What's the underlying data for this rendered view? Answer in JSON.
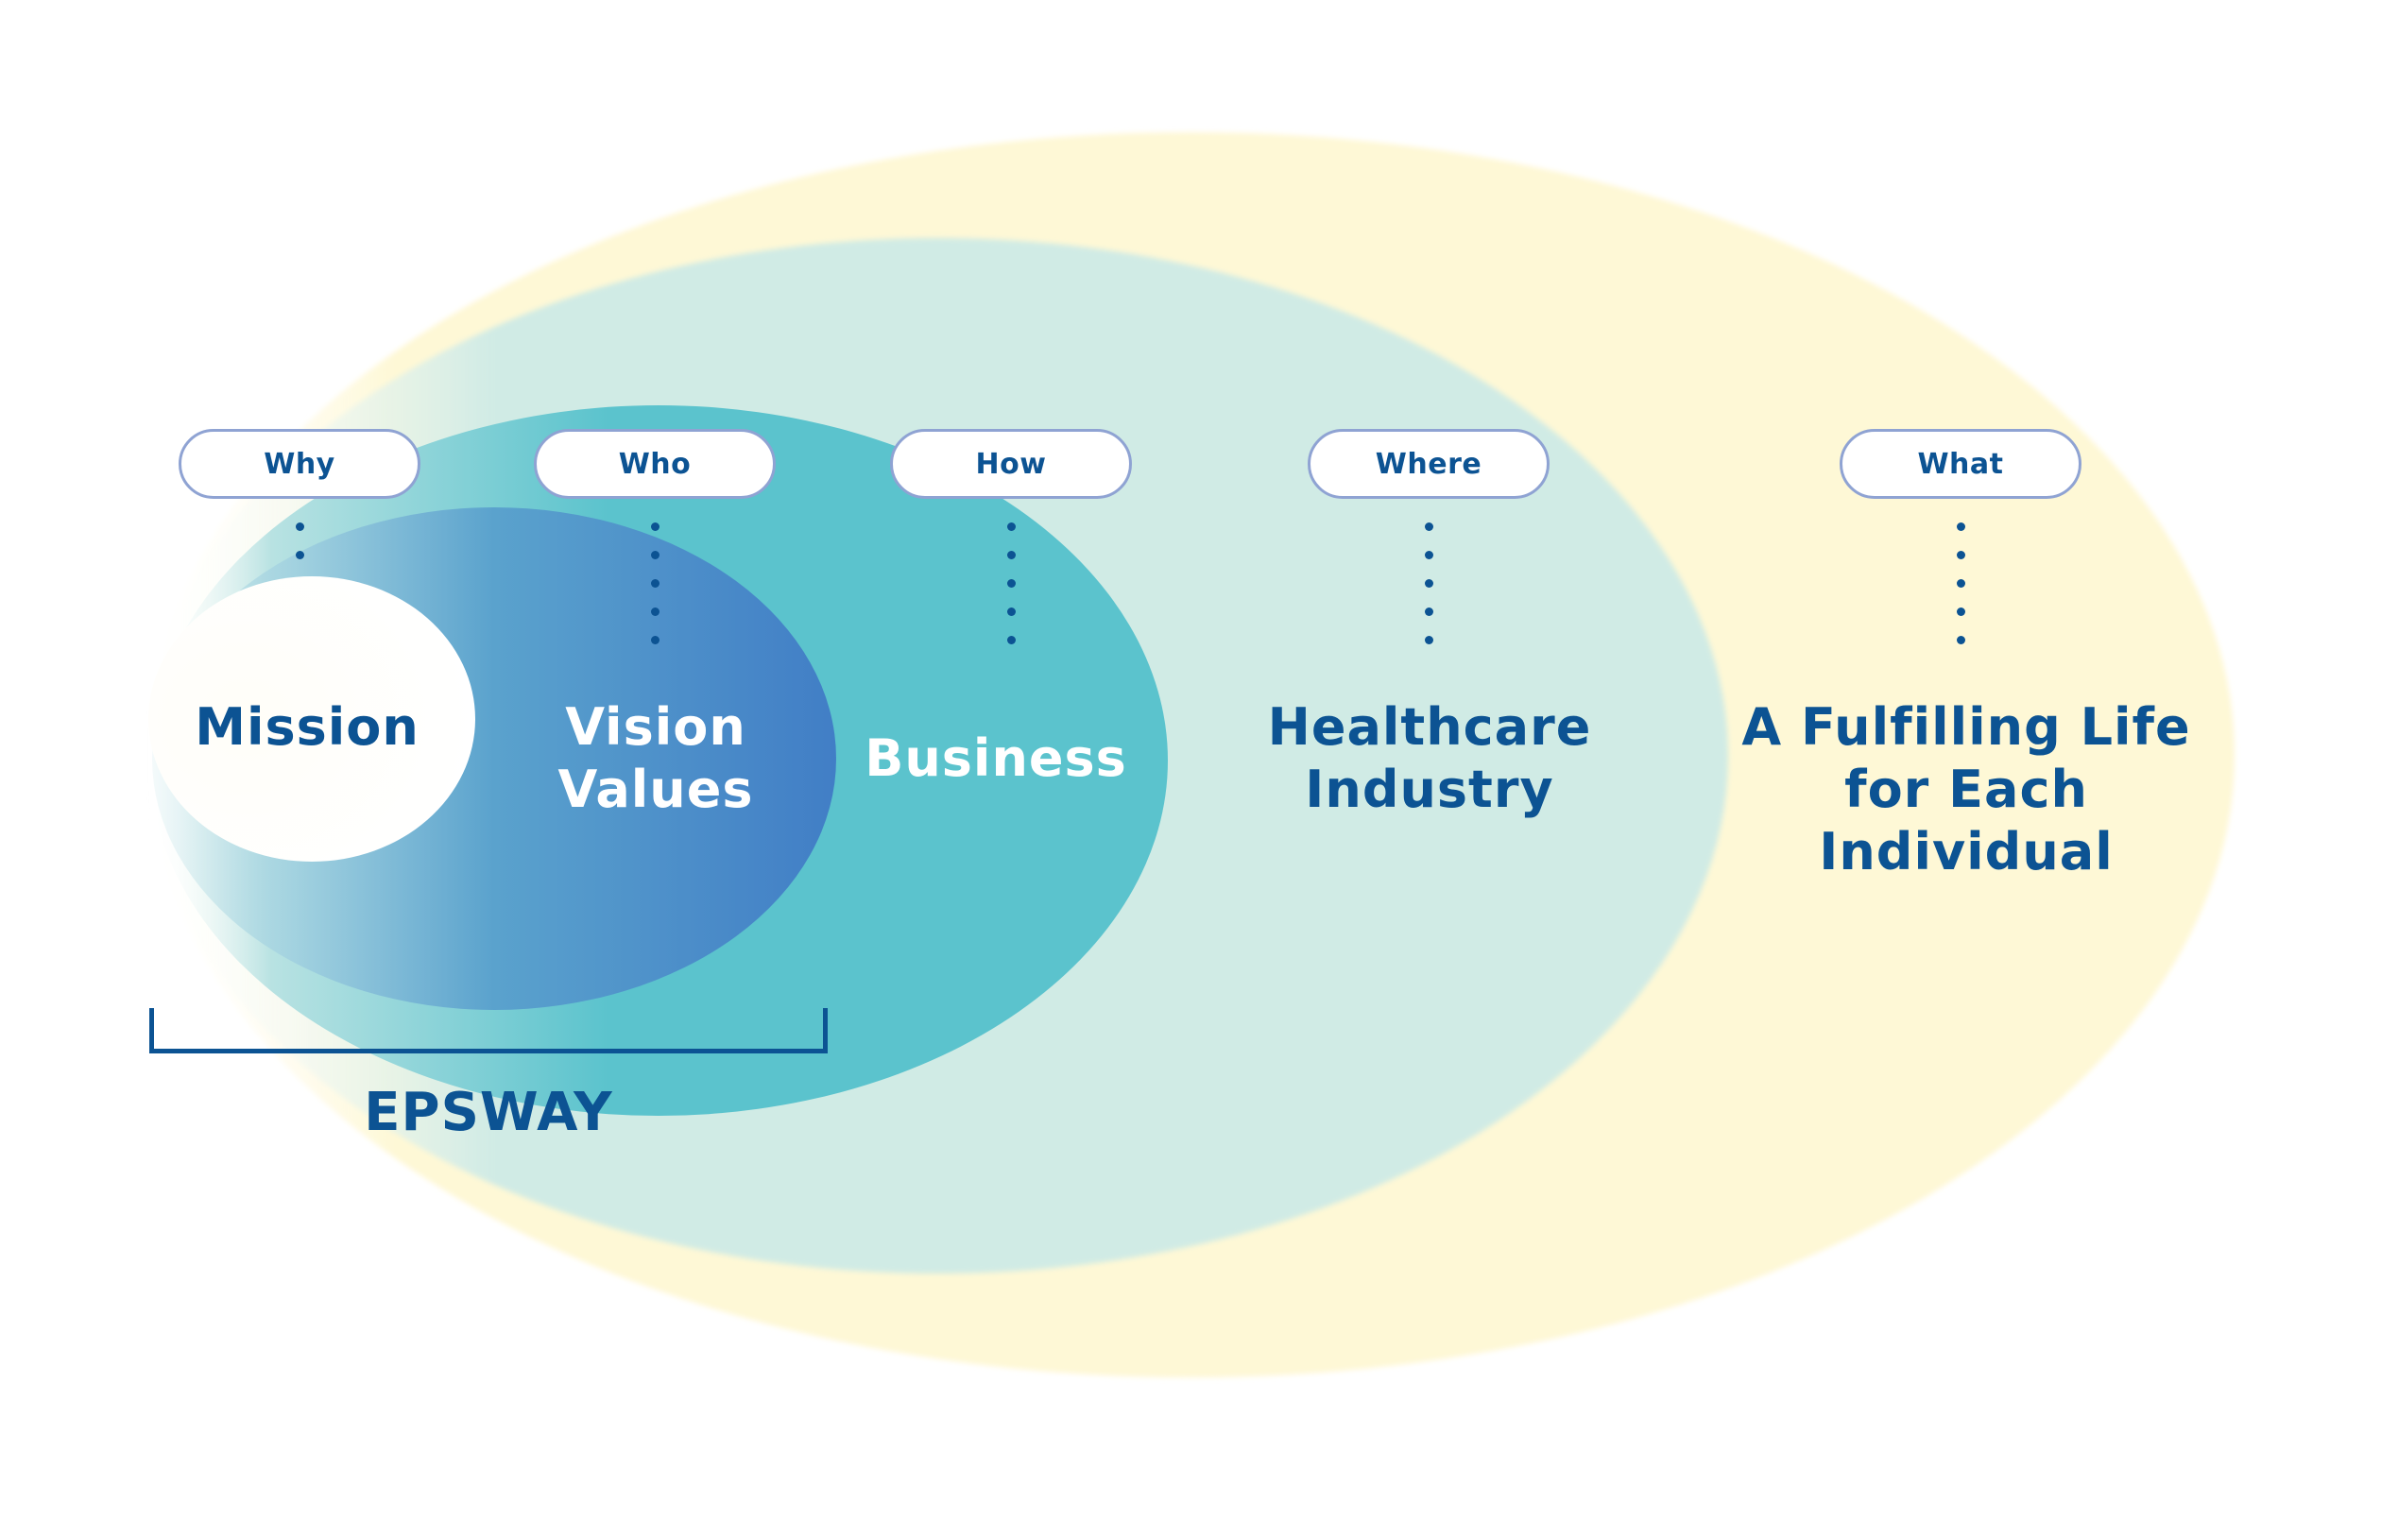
{
  "diagram": {
    "title": "EPSWAY concentric framework",
    "colors": {
      "text_dark": "#0c5393",
      "text_light": "#ffffff",
      "pill_border": "#8fa3d3",
      "outer_yellow": "#fef8d6",
      "mint": "#d0ebe5",
      "teal": "#5bc3cd",
      "blue_left": "#8cc6dc",
      "blue_right": "#417ec6",
      "mission_fill": "#ffffff"
    },
    "layers": [
      {
        "id": "mission",
        "question": "Why",
        "label_lines": [
          "Mission"
        ],
        "dot_count": 2
      },
      {
        "id": "vision-values",
        "question": "Who",
        "label_lines": [
          "Vision",
          "Values"
        ],
        "dot_count": 5
      },
      {
        "id": "business",
        "question": "How",
        "label_lines": [
          "Business"
        ],
        "dot_count": 5
      },
      {
        "id": "healthcare-industry",
        "question": "Where",
        "label_lines": [
          "Healthcare",
          "Industry"
        ],
        "dot_count": 5
      },
      {
        "id": "fulfilling-life",
        "question": "What",
        "label_lines": [
          "A Fulfilling Life",
          "for Each",
          "Individual"
        ],
        "dot_count": 5
      }
    ],
    "bracket": {
      "label": "EPSWAY",
      "spans": [
        "Mission",
        "Vision Values"
      ]
    }
  }
}
